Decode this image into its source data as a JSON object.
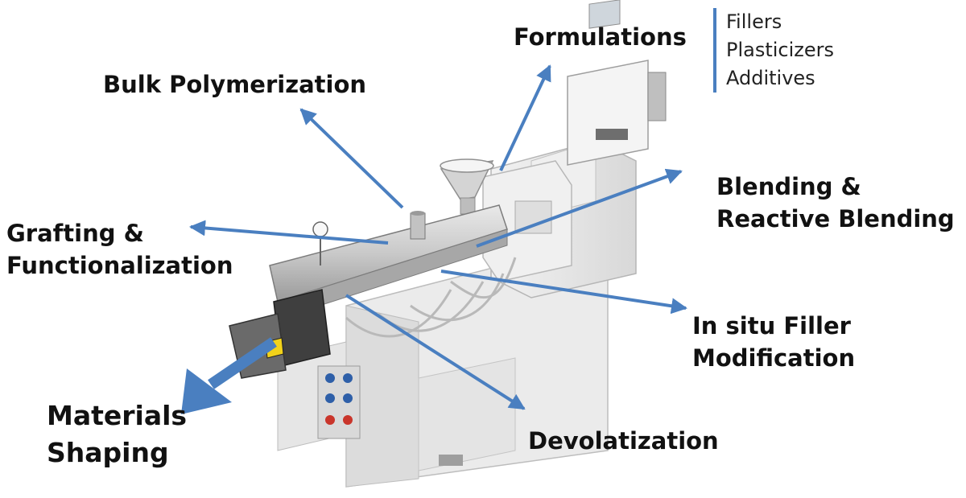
{
  "colors": {
    "arrow": "#4a7fc0",
    "label_text": "#111111"
  },
  "labels": {
    "formulations": "Formulations",
    "bulk_polymerization": "Bulk Polymerization",
    "blending": [
      "Blending &",
      "Reactive Blending"
    ],
    "grafting": [
      "Grafting &",
      "Functionalization"
    ],
    "in_situ": [
      "In situ Filler",
      "Modification"
    ],
    "materials_shaping": [
      "Materials",
      "Shaping"
    ],
    "devolatization": "Devolatization"
  },
  "formulation_items": [
    "Fillers",
    "Plasticizers",
    "Additives"
  ],
  "icons": {
    "machine": "twin-screw-extruder-illustration",
    "arrows": "arrow-icon"
  }
}
